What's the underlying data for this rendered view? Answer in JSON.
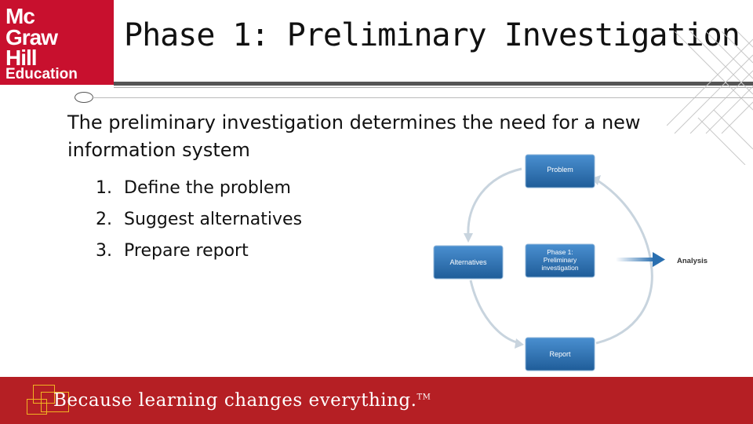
{
  "logo": {
    "line1": "Mc",
    "line2": "Graw",
    "line3": "Hill",
    "line4": "Education"
  },
  "slide": {
    "title": "Phase 1: Preliminary Investigation",
    "intro": "The preliminary investigation determines the need for a new information system",
    "steps": [
      {
        "num": "1.",
        "text": "Define the problem"
      },
      {
        "num": "2.",
        "text": "Suggest alternatives"
      },
      {
        "num": "3.",
        "text": "Prepare report"
      }
    ]
  },
  "diagram": {
    "problem": "Problem",
    "alternatives": "Alternatives",
    "phase_line1": "Phase 1:",
    "phase_line2": "Preliminary",
    "phase_line3": "investigation",
    "report": "Report",
    "analysis": "Analysis"
  },
  "footer": {
    "tagline": "Because learning changes everything.",
    "trademark": "TM"
  },
  "colors": {
    "brand_red": "#c8102e",
    "footer_red": "#b51f24",
    "box_blue": "#2a6fb0",
    "accent_gold": "#f0b323"
  }
}
